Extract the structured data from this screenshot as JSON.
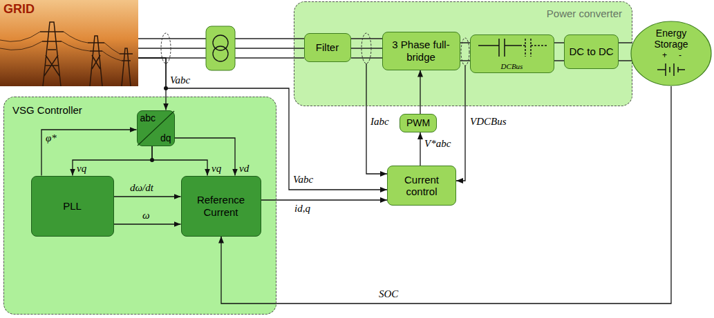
{
  "diagram": {
    "nodes": [
      {
        "text": [
          "GRID"
        ]
      },
      {
        "text": [
          "Power converter"
        ]
      },
      {
        "text": [
          "Filter"
        ],
        "in": 1
      },
      {
        "text": [
          "3 Phase full-bridge"
        ],
        "in": 1
      },
      {
        "text": [
          "DCBus"
        ],
        "in": 1
      },
      {
        "text": [
          "DC to DC"
        ],
        "in": 1
      },
      {
        "text": [
          "Energy Storage"
        ]
      },
      {
        "text": [
          "PWM"
        ]
      },
      {
        "text": [
          "Current control"
        ]
      },
      {
        "text": [
          "VSG Controller"
        ]
      },
      {
        "text": [
          "abc",
          "dq"
        ],
        "in": 9
      },
      {
        "text": [
          "PLL"
        ],
        "in": 9
      },
      {
        "text": [
          "Reference Current"
        ],
        "in": 9
      }
    ],
    "edges": [
      {
        "from": 0,
        "to": 10,
        "arrow": "to",
        "label": "Vabc"
      },
      {
        "from": 0,
        "to": 8,
        "arrow": "to",
        "label": "Vabc"
      },
      {
        "from": 7,
        "to": 3,
        "arrow": "to"
      },
      {
        "from": 8,
        "to": 7,
        "arrow": "to",
        "label": "V*abc"
      },
      {
        "from": 12,
        "to": 8,
        "arrow": "to",
        "label": "id,q"
      },
      {
        "from": 11,
        "to": 10,
        "arrow": "to",
        "label": "φ*"
      },
      {
        "from": 10,
        "to": 11,
        "arrow": "to",
        "label": "vq"
      },
      {
        "from": 10,
        "to": 12,
        "arrow": "to",
        "label": "vq"
      },
      {
        "from": 10,
        "to": 12,
        "arrow": "to",
        "label": "vd"
      },
      {
        "from": 11,
        "to": 12,
        "arrow": "to",
        "label": "dω/dt"
      },
      {
        "from": 11,
        "to": 12,
        "arrow": "to",
        "label": "ω"
      },
      {
        "from": 6,
        "to": 12,
        "arrow": "to",
        "label": "SOC"
      }
    ],
    "labels": [
      "Iabc",
      "VDCBus",
      "+",
      "-"
    ]
  }
}
